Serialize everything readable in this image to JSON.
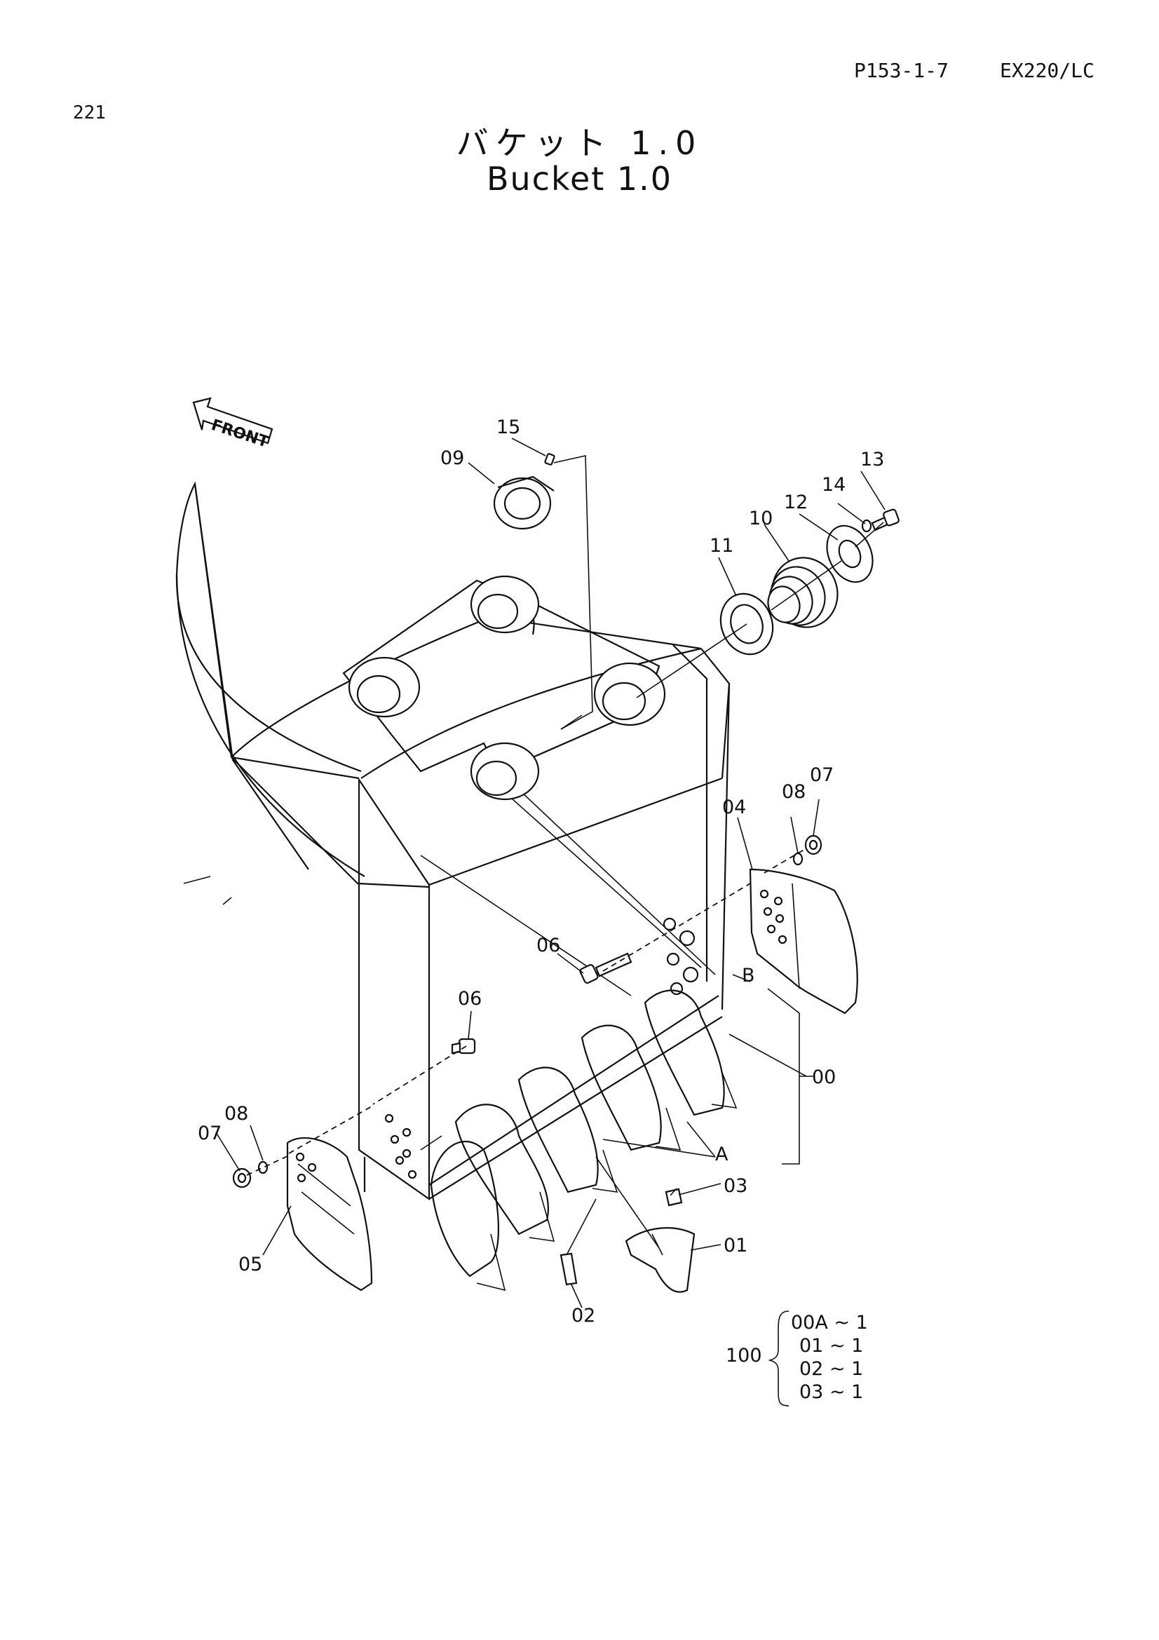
{
  "header": {
    "page_ref": "P153-1-7",
    "model": "EX220/LC",
    "page_number": "221"
  },
  "title": {
    "japanese": "バケット 1.0",
    "english": "Bucket 1.0"
  },
  "diagram": {
    "front_label": "FRONT",
    "callouts": {
      "p00": "00",
      "p01": "01",
      "p02": "02",
      "p03": "03",
      "p04": "04",
      "p05": "05",
      "p06a": "06",
      "p06b": "06",
      "p07a": "07",
      "p07b": "07",
      "p08a": "08",
      "p08b": "08",
      "p09": "09",
      "p10": "10",
      "p11": "11",
      "p12": "12",
      "p13": "13",
      "p14": "14",
      "p15": "15",
      "ref_a": "A",
      "ref_b": "B"
    },
    "kit": {
      "number": "100",
      "items": [
        "00A ~ 1",
        "01 ~ 1",
        "02 ~ 1",
        "03 ~ 1"
      ]
    }
  }
}
